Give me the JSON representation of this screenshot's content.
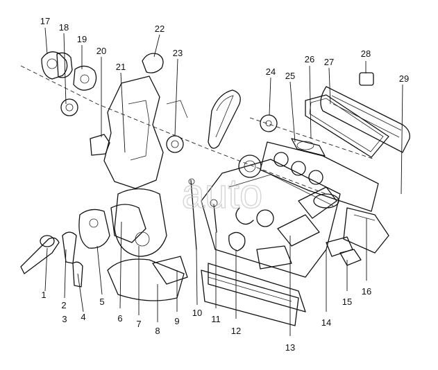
{
  "labels": [
    {
      "id": "1",
      "text": "1"
    },
    {
      "id": "2",
      "text": "2"
    },
    {
      "id": "3",
      "text": "3"
    },
    {
      "id": "4",
      "text": "4"
    },
    {
      "id": "5",
      "text": "5"
    },
    {
      "id": "6",
      "text": "6"
    },
    {
      "id": "7",
      "text": "7"
    },
    {
      "id": "8",
      "text": "8"
    },
    {
      "id": "9",
      "text": "9"
    },
    {
      "id": "10",
      "text": "10"
    },
    {
      "id": "11",
      "text": "11"
    },
    {
      "id": "12",
      "text": "12"
    },
    {
      "id": "13",
      "text": "13"
    },
    {
      "id": "14",
      "text": "14"
    },
    {
      "id": "15",
      "text": "15"
    },
    {
      "id": "16",
      "text": "16"
    },
    {
      "id": "17",
      "text": "17"
    },
    {
      "id": "18",
      "text": "18"
    },
    {
      "id": "19",
      "text": "19"
    },
    {
      "id": "20",
      "text": "20"
    },
    {
      "id": "21",
      "text": "21"
    },
    {
      "id": "22",
      "text": "22"
    },
    {
      "id": "23",
      "text": "23"
    },
    {
      "id": "24",
      "text": "24"
    },
    {
      "id": "25",
      "text": "25"
    },
    {
      "id": "26",
      "text": "26"
    },
    {
      "id": "27",
      "text": "27"
    },
    {
      "id": "28",
      "text": "28"
    },
    {
      "id": "29",
      "text": "29"
    }
  ],
  "watermark": "auto"
}
